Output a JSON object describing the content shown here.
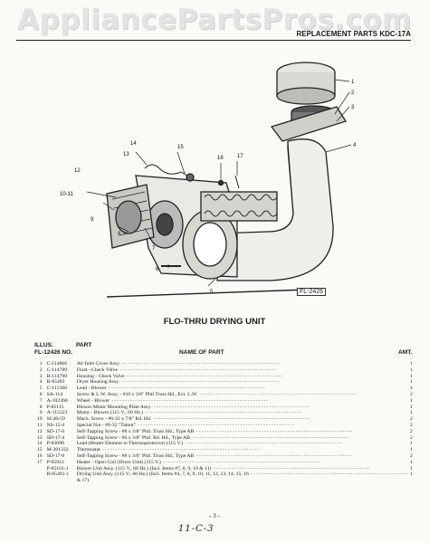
{
  "watermark": "AppliancePartsPros.com",
  "header": {
    "replacement_parts": "REPLACEMENT PARTS KDC-17A"
  },
  "diagram": {
    "callouts": [
      "1",
      "2",
      "3",
      "4",
      "5",
      "6",
      "7",
      "8",
      "9",
      "10-11",
      "12",
      "13",
      "14",
      "15",
      "16",
      "17"
    ],
    "figure_tag": "FL-2426"
  },
  "section_title": "FLO-THRU DRYING UNIT",
  "columns": {
    "illus": "ILLUS.",
    "fl_no": "FL-12426 NO.",
    "part": "PART",
    "part_no": "NO.",
    "name": "NAME OF PART",
    "amt": "AMT."
  },
  "parts": [
    {
      "illus": "1",
      "part_no": "C-114866",
      "name": "Air Inlet Cover Assy.",
      "amt": "1"
    },
    {
      "illus": "2",
      "part_no": "C-114789",
      "name": "Float - Check Valve",
      "amt": "1"
    },
    {
      "illus": "3",
      "part_no": "B-114790",
      "name": "Housing - Check Valve",
      "amt": "1"
    },
    {
      "illus": "4",
      "part_no": "B-85492",
      "name": "Dryer Housing Assy.",
      "amt": "1"
    },
    {
      "illus": "5",
      "part_no": "C-115366",
      "name": "Lead - Blower",
      "amt": "1"
    },
    {
      "illus": "6",
      "part_no": "SA-114",
      "name": "Screw & L.W. Assy. - #10 x 3/8\" Phil Truss Hd., Ext. L.W.",
      "amt": "2"
    },
    {
      "illus": "7",
      "part_no": "A-102360",
      "name": "Wheel - Blower",
      "amt": "1"
    },
    {
      "illus": "8",
      "part_no": "P-85115",
      "name": "Blower Motor Mounting Plate Assy.",
      "amt": "1"
    },
    {
      "illus": "9",
      "part_no": "A-115323",
      "name": "Motor - Blower (115 V., 60 Hz.)",
      "amt": "1"
    },
    {
      "illus": "10",
      "part_no": "SC40-59",
      "name": "Mach. Screw - #6-32 x 7/8\" Rd. Hd.",
      "amt": "2"
    },
    {
      "illus": "11",
      "part_no": "NS-15-4",
      "name": "Special Nut - #6-32 \"Tatnut\"",
      "amt": "2"
    },
    {
      "illus": "12",
      "part_no": "SD-17-6",
      "name": "Self-Tapping Screw - #8 x 3/8\" Phil. Truss Hd., Type AB",
      "amt": "2"
    },
    {
      "illus": "13",
      "part_no": "SD-17-4",
      "name": "Self-Tapping Screw - #6 x 3/8\" Phil. Rd. Hd., Type AB",
      "amt": "2"
    },
    {
      "illus": "14",
      "part_no": "P-83098",
      "name": "Lead (Heater Element to Thermoprotector) (115 V.)",
      "amt": "1"
    },
    {
      "illus": "15",
      "part_no": "M-301332",
      "name": "Thermostat",
      "amt": "1"
    },
    {
      "illus": "16",
      "part_no": "SD-17-8",
      "name": "Self-Tapping Screw - #8 x 3/8\" Phil. Truss Hd., Type AB",
      "amt": "2"
    },
    {
      "illus": "17",
      "part_no": "P-85912",
      "name": "Heater - Open Coil (Dryer Unit) (115 V.)",
      "amt": "1"
    },
    {
      "illus": "",
      "part_no": "P-85101-1",
      "name": "Blower Unit Assy. (115 V., 60 Hz.) (Incl. Items #7, 8, 9, 10 & 11)",
      "amt": "1"
    },
    {
      "illus": "",
      "part_no": "R-85491-1",
      "name": "Drying Unit Assy. (115 V., 60 Hz.) (Incl. Items #4, 7, 8, 9, 10, 11, 12, 13, 14, 15, 16",
      "amt": "1"
    },
    {
      "illus": "",
      "part_no": "",
      "name": "& 17)",
      "amt": ""
    }
  ],
  "page_number": "- 3 -",
  "handwritten_note": "11-C-3"
}
